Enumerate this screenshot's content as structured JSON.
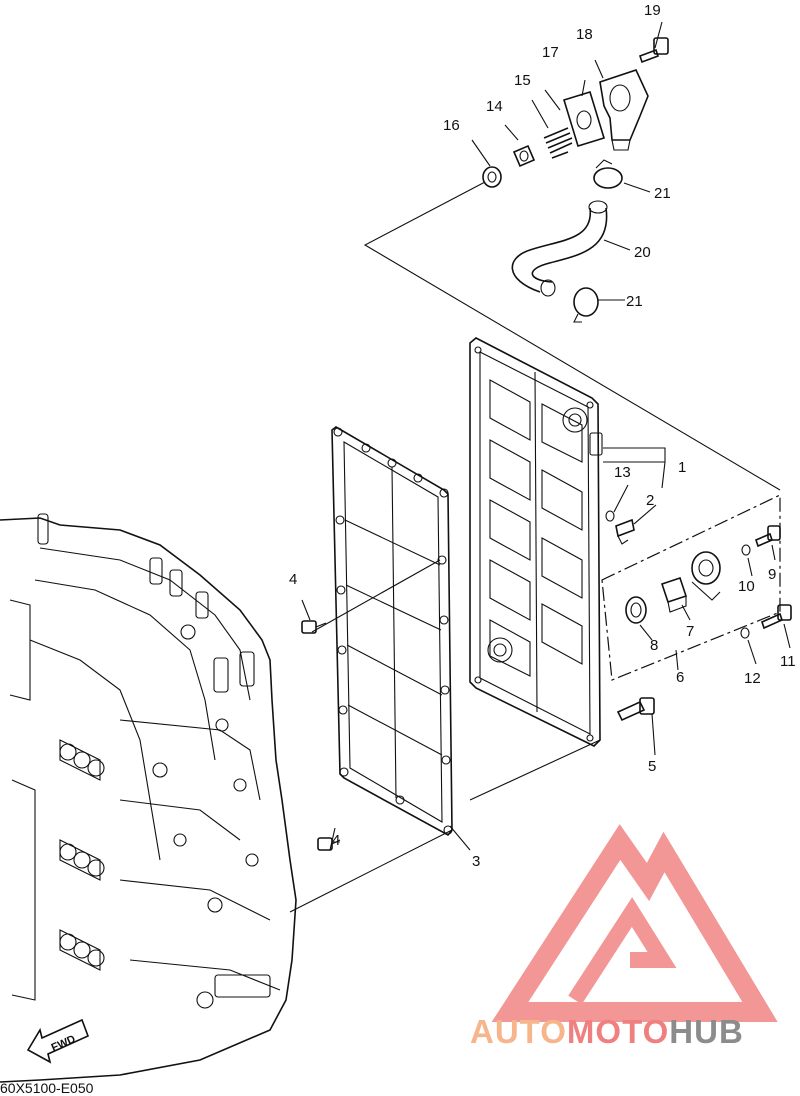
{
  "diagram": {
    "drawing_code": "60X5100-E050",
    "direction_label": "FWD",
    "callouts": [
      "1",
      "2",
      "3",
      "4",
      "4",
      "5",
      "6",
      "7",
      "8",
      "9",
      "10",
      "11",
      "12",
      "13",
      "14",
      "15",
      "16",
      "17",
      "18",
      "19",
      "20",
      "21",
      "21"
    ]
  },
  "watermark": {
    "text_orange": "AUTO",
    "text_red": "MOTO",
    "text_gray": "HUB",
    "colors": {
      "orange": "#f6b58a",
      "red": "#f08080",
      "gray": "#8c8c8c",
      "logo": "#f28b8b"
    }
  }
}
